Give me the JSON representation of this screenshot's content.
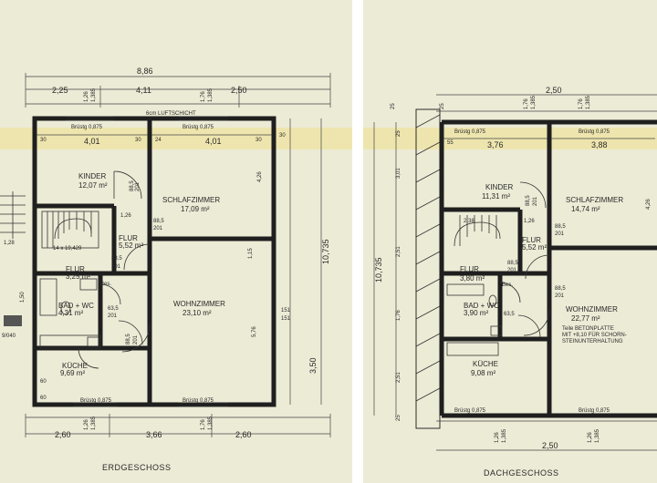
{
  "left_plan": {
    "title": "ERDGESCHOSS",
    "top_total": "8,86",
    "top_segments": [
      "2,25",
      "4,11",
      "2,50"
    ],
    "top_small": [
      "1,26",
      "1,385",
      "1,76",
      "1,385"
    ],
    "wall_note": "6cm LUFTSCHICHT",
    "inner_widths": [
      "4,01",
      "4,01"
    ],
    "brustung": "Brüstg 0,875",
    "rooms": {
      "kinder": {
        "name": "KINDER",
        "area": "12,07 m²"
      },
      "schlaf": {
        "name": "SCHLAFZIMMER",
        "area": "17,09 m²"
      },
      "flur1": {
        "name": "FLUR",
        "area": "5,52 m²"
      },
      "flur2": {
        "name": "FLUR",
        "area": "3,25 m²"
      },
      "bad": {
        "name": "BAD + WC",
        "area": "4,31 m²"
      },
      "wohn": {
        "name": "WOHNZIMMER",
        "area": "23,10 m²"
      },
      "kueche": {
        "name": "KÜCHE",
        "area": "9,69 m²"
      }
    },
    "door_dims": [
      "88,5",
      "201",
      "1,26",
      "88,5",
      "201",
      "88,5",
      "201",
      "63,5",
      "201",
      "88,5",
      "201"
    ],
    "right_dims": [
      "4,26",
      "10,735",
      "5,76",
      "3,50",
      "151",
      "151",
      "1,15"
    ],
    "left_dims": [
      "1,28",
      "1,50",
      "9/040",
      "5,5",
      "63"
    ],
    "stair_note": "14 x 19,429",
    "bottom_segments": [
      "2,60",
      "3,66",
      "2,60"
    ],
    "bottom_small": [
      "1,26",
      "1,385",
      "1,76",
      "1,385"
    ],
    "misc": [
      "30",
      "30",
      "24",
      "30",
      "30",
      "60",
      "60",
      "Bes."
    ]
  },
  "right_plan": {
    "title": "DACHGESCHOSS",
    "top_total": "2,50",
    "top_small": [
      "1,76",
      "1,385",
      "1,76",
      "1,385",
      "25",
      "25"
    ],
    "inner_widths": [
      "3,76",
      "3,88"
    ],
    "brustung": "Brüstg 0,875",
    "rooms": {
      "kinder": {
        "name": "KINDER",
        "area": "11,31 m²"
      },
      "schlaf": {
        "name": "SCHLAFZIMMER",
        "area": "14,74 m²"
      },
      "flur1": {
        "name": "FLUR",
        "area": "5,52 m²"
      },
      "flur2": {
        "name": "FLUR",
        "area": "3,80 m²"
      },
      "bad": {
        "name": "BAD + WC",
        "area": "3,90 m²"
      },
      "wohn": {
        "name": "WOHNZIMMER",
        "area": "22,77 m²"
      },
      "kueche": {
        "name": "KÜCHE",
        "area": "9,08 m²"
      }
    },
    "note_lines": [
      "Teile BETONPLATTE",
      "MIT +8,10 FÜR SCHORN-",
      "STEINUNTERHALTUNG"
    ],
    "left_dims": [
      "10,735",
      "3,01",
      "2,51",
      "1,76",
      "2,51",
      "25",
      "25"
    ],
    "door_dims": [
      "88,5",
      "201",
      "88,5",
      "201",
      "88,5",
      "201",
      "88,5",
      "201",
      "63,5"
    ],
    "bottom_total": "2,50",
    "bottom_small": [
      "1,26",
      "1,385",
      "1,26",
      "1,385"
    ],
    "misc": [
      "55",
      "2,38",
      "1,26",
      "4,26",
      "Bes."
    ]
  }
}
